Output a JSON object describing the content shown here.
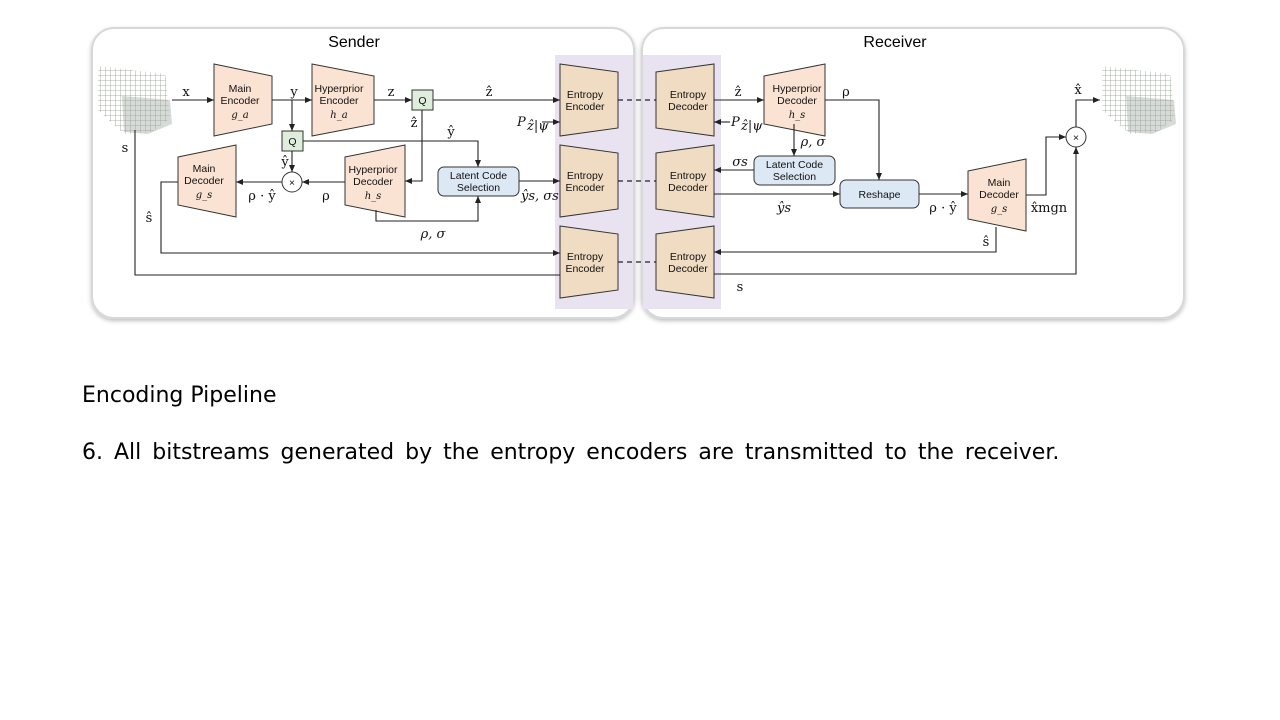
{
  "slide": {
    "title": "Encoding Pipeline",
    "text": "6. All bitstreams generated by the entropy encoders are transmitted to the receiver."
  },
  "diagram": {
    "sender_title": "Sender",
    "receiver_title": "Receiver",
    "colors": {
      "encoder_fill": "#fbe3d4",
      "entropy_fill": "#f0dcc2",
      "channel_band": "#e9e2f0",
      "box_fill": "#dde8f5",
      "quant_fill": "#dfeedb"
    },
    "blocks": {
      "main_encoder": [
        "Main",
        "Encoder"
      ],
      "main_encoder_fn": "g_a",
      "hyper_encoder": [
        "Hyperprior",
        "Encoder"
      ],
      "hyper_encoder_fn": "h_a",
      "quant1": "Q",
      "quant2": "Q",
      "main_decoder_s": [
        "Main",
        "Decoder"
      ],
      "main_decoder_s_fn": "g_s",
      "hyper_decoder_s": [
        "Hyperprior",
        "Decoder"
      ],
      "hyper_decoder_s_fn": "h_s",
      "latent_sel_s": [
        "Latent Code",
        "Selection"
      ],
      "entropy_encoder": [
        "Entropy",
        "Encoder"
      ],
      "entropy_decoder": [
        "Entropy",
        "Decoder"
      ],
      "hyper_decoder_r": [
        "Hyperprior",
        "Decoder"
      ],
      "hyper_decoder_r_fn": "h_s",
      "latent_sel_r": [
        "Latent Code",
        "Selection"
      ],
      "reshape": "Reshape",
      "main_decoder_r": [
        "Main",
        "Decoder"
      ],
      "main_decoder_r_fn": "g_s",
      "multiply": "×"
    },
    "symbols": {
      "x": "x",
      "y": "y",
      "z": "z",
      "z_hat": "ẑ",
      "y_hat": "ŷ",
      "s": "s",
      "s_hat": "ŝ",
      "rho": "ρ",
      "rho_y": "ρ · ŷ",
      "rho_sigma": "ρ, σ",
      "p_z": "P",
      "p_z_sub": "ẑ|ψ",
      "y_s_sigma_s": "ŷs, σs",
      "sigma_s": "σs",
      "y_s": "ŷs",
      "x_hat": "x̂",
      "x_mgn": "x̂mgn"
    }
  }
}
